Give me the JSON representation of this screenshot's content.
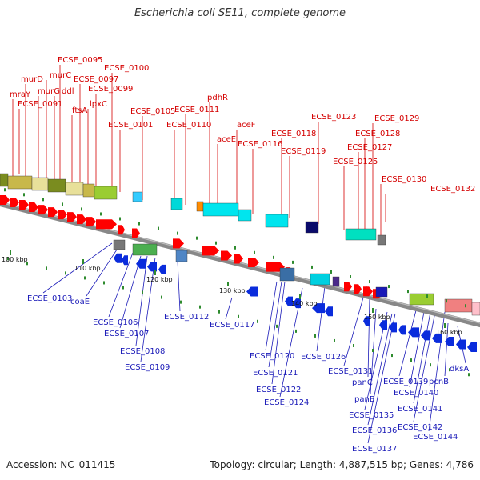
{
  "title": "Escherichia coli SE11, complete genome",
  "footer": {
    "accession": "Accession: NC_011415",
    "topology": "Topology: circular; Length: 4,887,515 bp; Genes: 4,786"
  },
  "colors": {
    "forward_label": "#d40000",
    "reverse_label": "#1a1ab8",
    "forward_arrow": "#ff0000",
    "reverse_arrow": "#0a2cdc",
    "backbone": "#888888",
    "tick": "#2e8b2e"
  },
  "ticks": [
    "100 kbp",
    "110 kbp",
    "120 kbp",
    "130 kbp",
    "140 kbp",
    "150 kbp",
    "160 kbp"
  ],
  "forward_labels": [
    "ECSE_0095",
    "murD",
    "murC",
    "ECSE_0097",
    "mraY",
    "murG",
    "ddl",
    "ECSE_0099",
    "ECSE_0091",
    "ftsA",
    "lpxC",
    "ECSE_0100",
    "ECSE_0101",
    "ECSE_0105",
    "pdhR",
    "ECSE_0111",
    "ECSE_0110",
    "aceF",
    "aceE",
    "ECSE_0116",
    "ECSE_0118",
    "ECSE_0119",
    "ECSE_0123",
    "ECSE_0129",
    "ECSE_0128",
    "ECSE_0127",
    "ECSE_0125",
    "ECSE_0130",
    "ECSE_0132"
  ],
  "reverse_labels": [
    "ECSE_0103",
    "coaE",
    "ECSE_0106",
    "ECSE_0107",
    "ECSE_0108",
    "ECSE_0109",
    "ECSE_0112",
    "ECSE_0117",
    "ECSE_0120",
    "ECSE_0121",
    "ECSE_0122",
    "ECSE_0124",
    "ECSE_0126",
    "ECSE_0131",
    "panC",
    "panB",
    "ECSE_0135",
    "ECSE_0136",
    "ECSE_0137",
    "ECSE_0139",
    "ECSE_0140",
    "ECSE_0141",
    "ECSE_0142",
    "ECSE_0144",
    "pcnB",
    "dksA"
  ]
}
